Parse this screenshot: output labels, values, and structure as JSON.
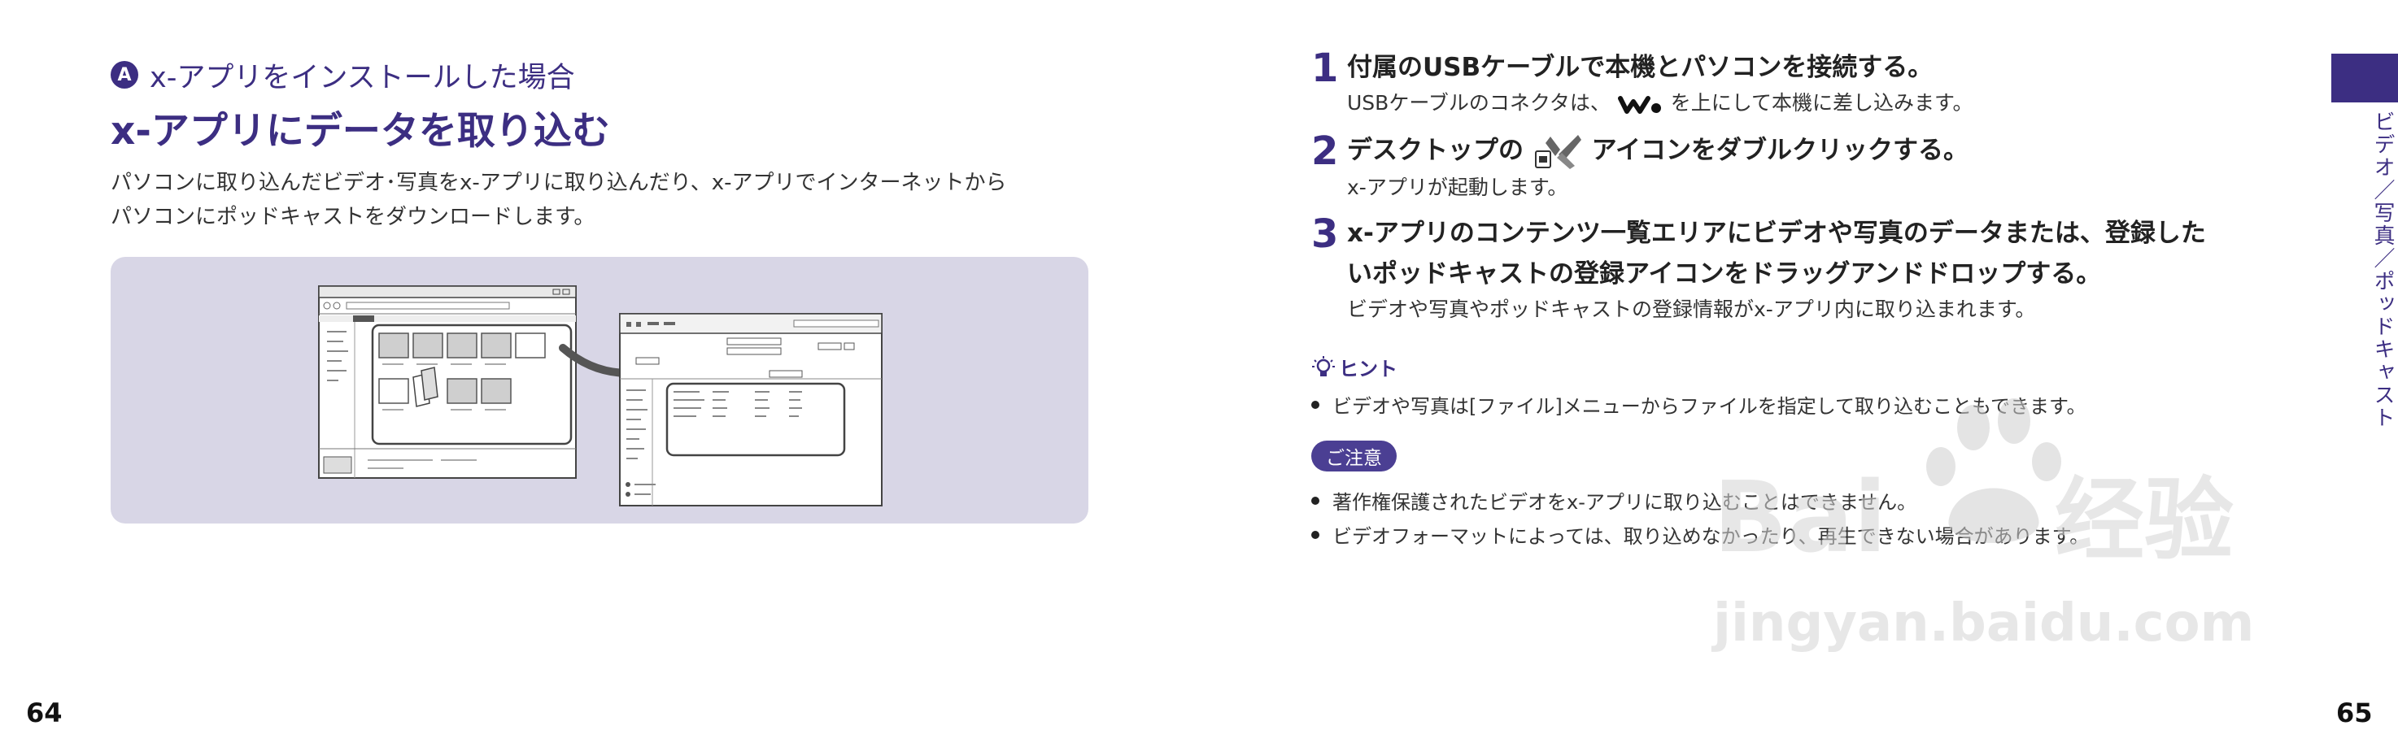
{
  "left_page": {
    "section_badge": "A",
    "section_subtitle": "x-アプリをインストールした場合",
    "title": "x-アプリにデータを取り込む",
    "intro_line1": "パソコンに取り込んだビデオ･写真をx-アプリに取り込んだり、x-アプリでインターネットから",
    "intro_line2": "パソコンにポッドキャストをダウンロードします。",
    "page_number": "64"
  },
  "right_page": {
    "steps": [
      {
        "num": "1",
        "title": "付属のUSBケーブルで本機とパソコンを接続する。",
        "desc_pre": "USBケーブルのコネクタは、",
        "desc_post": "を上にして本機に差し込みます。"
      },
      {
        "num": "2",
        "title_pre": "デスクトップの",
        "title_post": "アイコンをダブルクリックする。",
        "desc": "x-アプリが起動します。"
      },
      {
        "num": "3",
        "title_line1": "x-アプリのコンテンツ一覧エリアにビデオや写真のデータまたは、登録した",
        "title_line2": "いポッドキャストの登録アイコンをドラッグアンドドロップする。",
        "desc": "ビデオや写真やポッドキャストの登録情報がx-アプリ内に取り込まれます。"
      }
    ],
    "hint_label": "ヒント",
    "hint_items": [
      "ビデオや写真は[ファイル]メニューからファイルを指定して取り込むこともできます。"
    ],
    "caution_label": "ご注意",
    "caution_items": [
      "著作権保護されたビデオをx-アプリに取り込むことはできません。",
      "ビデオフォーマットによっては、取り込めなかったり、再生できない場合があります。"
    ],
    "side_label": "ビデオ／写真／ポッドキャスト",
    "page_number": "65"
  },
  "watermark": {
    "brand": "Bai",
    "brand2": "经验",
    "domain": "jingyan.baidu.com"
  },
  "icons": {
    "walkman": "walkman-logo-icon",
    "xapp": "x-app-desktop-icon",
    "hint": "lightbulb-icon"
  },
  "colors": {
    "accent": "#3c2e82",
    "panel": "#d8d6e6",
    "pill": "#4b3f93"
  }
}
